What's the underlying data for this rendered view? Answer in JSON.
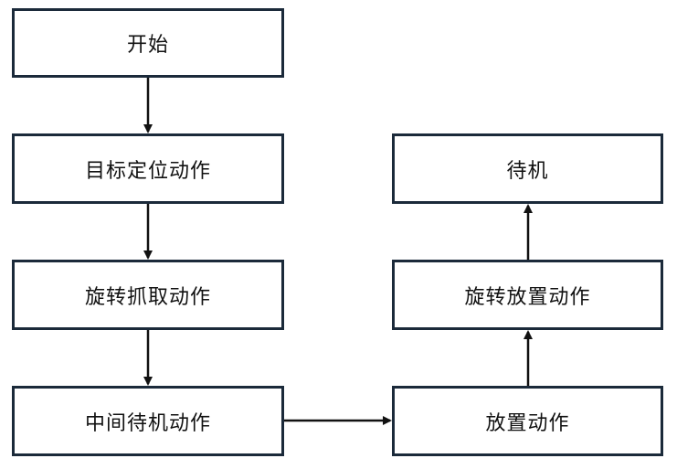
{
  "nodes": {
    "start": "开始",
    "target_locate": "目标定位动作",
    "rotate_grab": "旋转抓取动作",
    "middle_standby": "中间待机动作",
    "standby": "待机",
    "rotate_place": "旋转放置动作",
    "place": "放置动作"
  },
  "colors": {
    "border": "#1b2a3a",
    "arrow": "#111111",
    "text": "#111111"
  }
}
